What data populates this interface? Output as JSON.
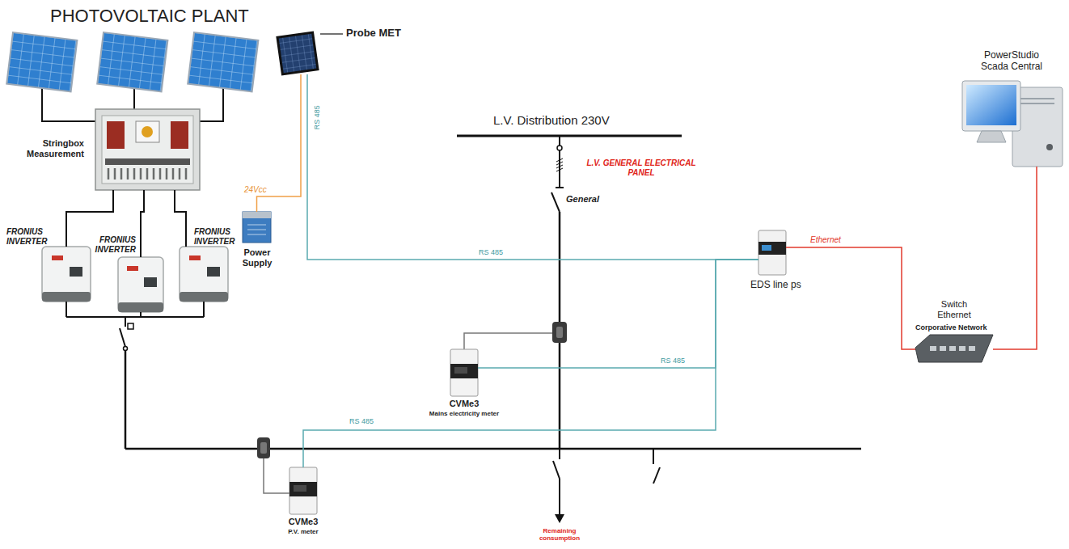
{
  "diagram": {
    "title": "PHOTOVOLTAIC PLANT",
    "nodes": [
      {
        "text": [
          "Stringbox Measurement"
        ]
      },
      {
        "text": [
          "Probe MET"
        ]
      },
      {
        "text": [
          "PowerStudio Scada Central"
        ]
      },
      {
        "text": [
          "Power Supply"
        ]
      },
      {
        "text": [
          "FRONIUS INVERTER"
        ]
      },
      {
        "text": [
          "FRONIUS INVERTER"
        ]
      },
      {
        "text": [
          "FRONIUS INVERTER"
        ]
      },
      {
        "text": [
          "EDS line ps"
        ]
      },
      {
        "text": [
          "Switch Ethernet",
          "Corporative Network"
        ]
      },
      {
        "text": [
          "CVMe3",
          "Mains electricity meter"
        ]
      },
      {
        "text": [
          "CVMe3",
          "P.V. meter"
        ]
      }
    ],
    "edges": [
      {
        "from": 0,
        "to": 4,
        "arrow": "none"
      },
      {
        "from": 0,
        "to": 5,
        "arrow": "none"
      },
      {
        "from": 0,
        "to": 6,
        "arrow": "none"
      },
      {
        "from": 3,
        "to": 1,
        "label": "24Vcc",
        "arrow": "none"
      },
      {
        "from": 1,
        "to": 7,
        "label": "RS 485",
        "arrow": "none"
      },
      {
        "from": 9,
        "to": 7,
        "label": "RS 485",
        "arrow": "none"
      },
      {
        "from": 10,
        "to": 7,
        "label": "RS 485",
        "arrow": "none"
      },
      {
        "from": 7,
        "to": 8,
        "label": "Ethernet",
        "arrow": "none"
      },
      {
        "from": 8,
        "to": 2,
        "arrow": "none"
      }
    ],
    "labels": [
      "RS 485",
      "L.V. Distribution 230V",
      "L.V. GENERAL ELECTRICAL PANEL",
      "General",
      "Remaining consumption"
    ]
  }
}
